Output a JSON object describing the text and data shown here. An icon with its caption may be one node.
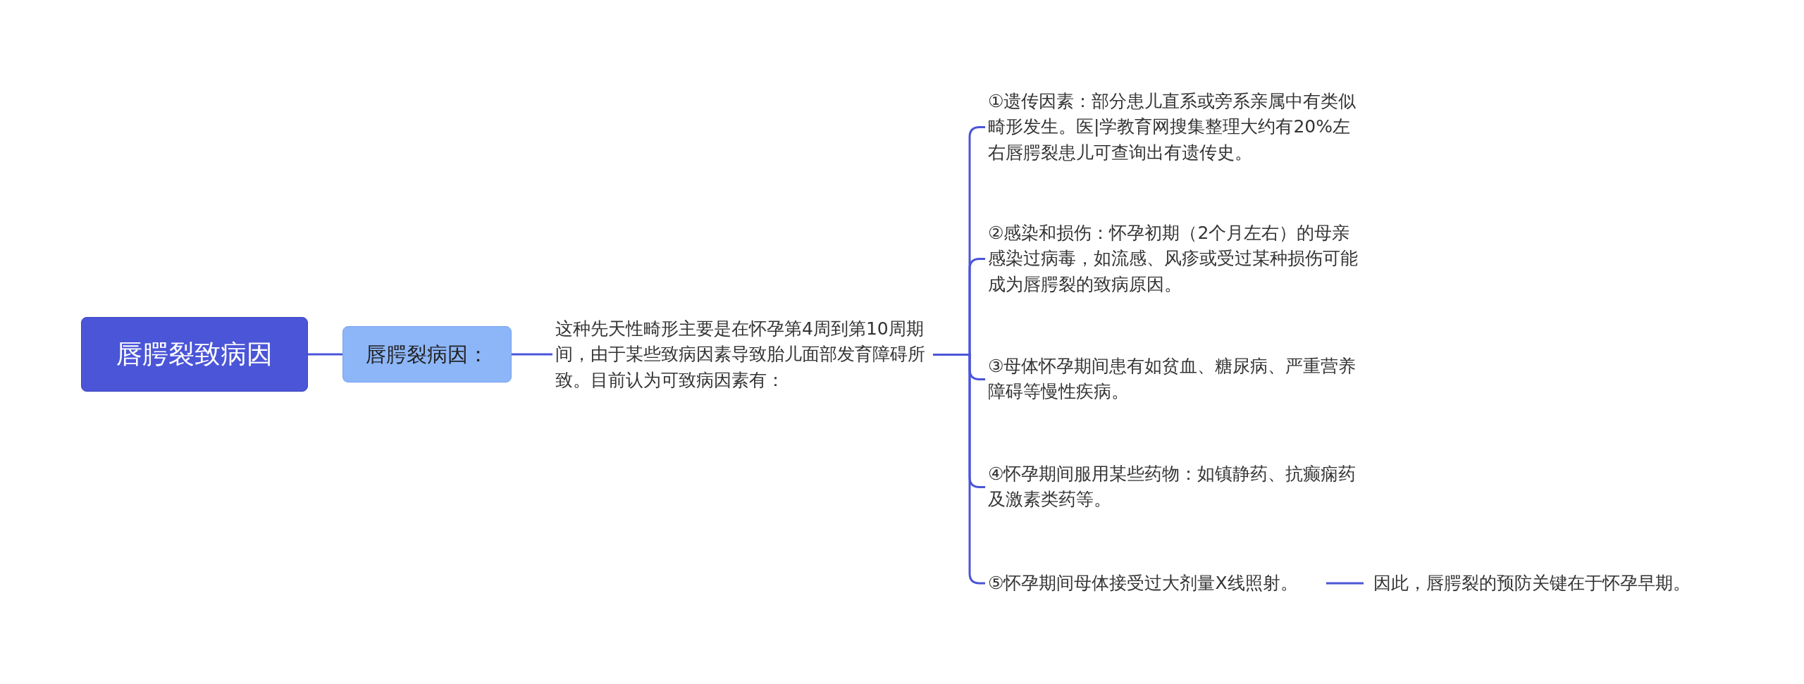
{
  "diagram": {
    "nodes": [
      {
        "text": [
          "唇腭裂致病因"
        ]
      },
      {
        "text": [
          "唇腭裂病因："
        ]
      },
      {
        "text": [
          "这种先天性畸形主要是在怀孕第4周到第10周期间，由于某些致病因素导致胎儿面部发育障碍所致。目前认为可致病因素有："
        ]
      },
      {
        "text": [
          "①遗传因素：部分患儿直系或旁系亲属中有类似畸形发生。医|学教育网搜集整理大约有20%左右唇腭裂患儿可查询出有遗传史。"
        ]
      },
      {
        "text": [
          "②感染和损伤：怀孕初期（2个月左右）的母亲感染过病毒，如流感、风疹或受过某种损伤可能成为唇腭裂的致病原因。"
        ]
      },
      {
        "text": [
          "③母体怀孕期间患有如贫血、糖尿病、严重营养障碍等慢性疾病。"
        ]
      },
      {
        "text": [
          "④怀孕期间服用某些药物：如镇静药、抗癫痫药及激素类药等。"
        ]
      },
      {
        "text": [
          "⑤怀孕期间母体接受过大剂量X线照射。"
        ]
      },
      {
        "text": [
          "因此，唇腭裂的预防关键在于怀孕早期。"
        ]
      }
    ],
    "edges": [
      {
        "from": 0,
        "to": 1,
        "arrow": "none"
      },
      {
        "from": 1,
        "to": 2,
        "arrow": "none"
      },
      {
        "from": 2,
        "to": 3,
        "arrow": "none"
      },
      {
        "from": 2,
        "to": 4,
        "arrow": "none"
      },
      {
        "from": 2,
        "to": 5,
        "arrow": "none"
      },
      {
        "from": 2,
        "to": 6,
        "arrow": "none"
      },
      {
        "from": 2,
        "to": 7,
        "arrow": "none"
      },
      {
        "from": 7,
        "to": 8,
        "arrow": "none"
      }
    ]
  }
}
